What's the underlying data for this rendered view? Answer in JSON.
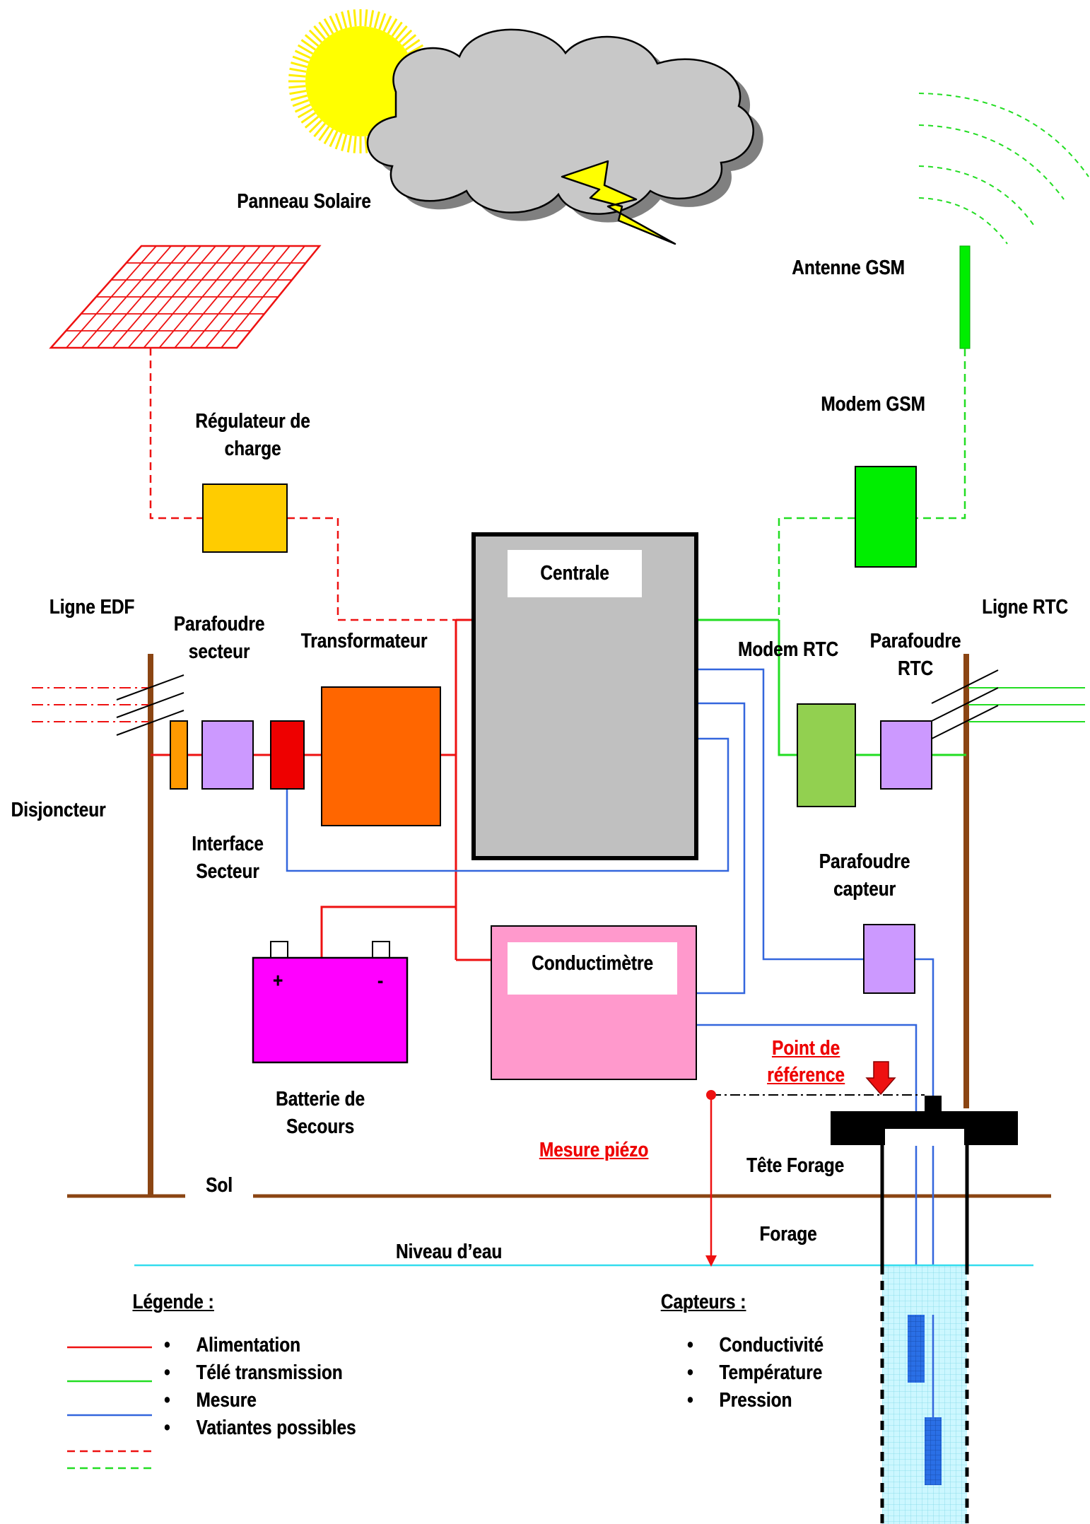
{
  "labels": {
    "solar_panel": "Panneau Solaire",
    "antenna_gsm": "Antenne GSM",
    "modem_gsm": "Modem GSM",
    "regulator_line1": "Régulateur de",
    "regulator_line2": "charge",
    "central": "Centrale",
    "ligne_edf": "Ligne EDF",
    "parafoudre_secteur_line1": "Parafoudre",
    "parafoudre_secteur_line2": "secteur",
    "transformer": "Transformateur",
    "modem_rtc": "Modem RTC",
    "parafoudre_rtc_line1": "Parafoudre",
    "parafoudre_rtc_line2": "RTC",
    "ligne_rtc": "Ligne RTC",
    "disjoncteur": "Disjoncteur",
    "interface_line1": "Interface",
    "interface_line2": "Secteur",
    "parafoudre_capteur_line1": "Parafoudre",
    "parafoudre_capteur_line2": "capteur",
    "conductimeter": "Conductimètre",
    "battery_plus": "+",
    "battery_minus": "-",
    "point_ref_line1": "Point de",
    "point_ref_line2": "référence",
    "battery_line1": "Batterie de",
    "battery_line2": "Secours",
    "mesure_piezo": "Mesure piézo",
    "tete_forage": "Tête Forage",
    "sol": "Sol",
    "forage": "Forage",
    "niveau_eau": "Niveau d’eau"
  },
  "legend": {
    "title": "Légende :",
    "items": [
      "Alimentation",
      "Télé transmission",
      "Mesure",
      "Vatiantes possibles"
    ]
  },
  "sensors": {
    "title": "Capteurs :",
    "items": [
      "Conductivité",
      "Température",
      "Pression"
    ]
  },
  "colors": {
    "power": "#ee1111",
    "telecom": "#22dd22",
    "measure": "#3366dd",
    "ground": "#8b4513",
    "water": "#33ddee",
    "central_fill": "#c0c0c0",
    "transformer_fill": "#ff6600",
    "battery_fill": "#ff00ff",
    "conductimeter_fill": "#ff99cc",
    "regulator_fill": "#ffcc00",
    "modem_gsm_fill": "#00ee00",
    "modem_rtc_fill": "#92d050",
    "surge_fill": "#cc99ff",
    "breaker_fill": "#ff9900",
    "interface_fill": "#ee0000"
  }
}
